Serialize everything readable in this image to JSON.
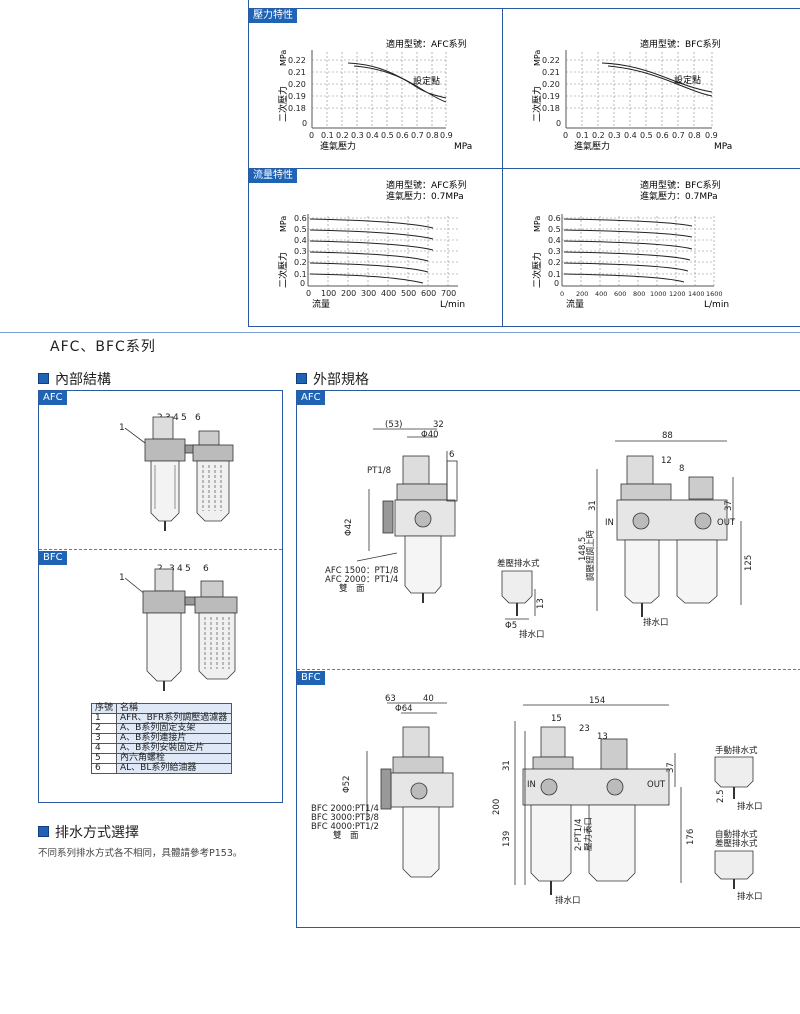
{
  "top_row_cut_label": "",
  "pressure_section": {
    "tag": "壓力特性",
    "charts": [
      {
        "model_label": "適用型號：AFC系列",
        "unit_y": "MPa",
        "ylabel": "二次壓力",
        "xlabel": "進氣壓力",
        "unit_x": "MPa",
        "annotation": "設定點",
        "yticks": [
          "0.22",
          "0.21",
          "0.20",
          "0.19",
          "0.18",
          "0"
        ],
        "xticks": [
          "0",
          "0.1",
          "0.2",
          "0.3",
          "0.4",
          "0.5",
          "0.6",
          "0.7",
          "0.8",
          "0.9"
        ]
      },
      {
        "model_label": "適用型號：BFC系列",
        "unit_y": "MPa",
        "ylabel": "二次壓力",
        "xlabel": "進氣壓力",
        "unit_x": "MPa",
        "annotation": "設定點",
        "yticks": [
          "0.22",
          "0.21",
          "0.20",
          "0.19",
          "0.18",
          "0"
        ],
        "xticks": [
          "0",
          "0.1",
          "0.2",
          "0.3",
          "0.4",
          "0.5",
          "0.6",
          "0.7",
          "0.8",
          "0.9"
        ]
      }
    ]
  },
  "flow_section": {
    "tag": "流量特性",
    "charts": [
      {
        "model_label": "適用型號：AFC系列",
        "pressure_label": "進氣壓力：0.7MPa",
        "unit_y": "MPa",
        "ylabel": "二次壓力",
        "xlabel": "流量",
        "unit_x": "L/min",
        "yticks": [
          "0.6",
          "0.5",
          "0.4",
          "0.3",
          "0.2",
          "0.1",
          "0"
        ],
        "xticks": [
          "0",
          "100",
          "200",
          "300",
          "400",
          "500",
          "600",
          "700"
        ]
      },
      {
        "model_label": "適用型號：BFC系列",
        "pressure_label": "進氣壓力：0.7MPa",
        "unit_y": "MPa",
        "ylabel": "二次壓力",
        "xlabel": "流量",
        "unit_x": "L/min",
        "yticks": [
          "0.6",
          "0.5",
          "0.4",
          "0.3",
          "0.2",
          "0.1",
          "0"
        ],
        "xticks": [
          "0",
          "200",
          "400",
          "600",
          "800",
          "1000",
          "1200",
          "1400",
          "1600"
        ]
      }
    ]
  },
  "series_title": "AFC、BFC系列",
  "internal": {
    "title": "內部結構",
    "afc_tag": "AFC",
    "bfc_tag": "BFC",
    "callouts": [
      "1",
      "2",
      "3",
      "4",
      "5",
      "6"
    ],
    "table_header": [
      "序號",
      "名稱"
    ],
    "table_rows": [
      [
        "1",
        "AFR、BFR系列調壓過濾器"
      ],
      [
        "2",
        "A、B系列固定支架"
      ],
      [
        "3",
        "A、B系列連接片"
      ],
      [
        "4",
        "A、B系列安裝固定片"
      ],
      [
        "5",
        "內六角螺栓"
      ],
      [
        "6",
        "AL、BL系列給油器"
      ]
    ]
  },
  "drain": {
    "title": "排水方式選擇",
    "text": "不同系列排水方式各不相同，具體請參考P153。"
  },
  "external": {
    "title": "外部規格",
    "afc_tag": "AFC",
    "bfc_tag": "BFC",
    "afc_dims": {
      "d53": "(53)",
      "d32": "32",
      "d40": "Φ40",
      "d6": "6",
      "pt": "PT1/8",
      "d42": "Φ42",
      "note1": "AFC 1500：PT1/8",
      "note2": "AFC 2000：PT1/4",
      "note3": "雙　面",
      "drain_type": "差壓排水式",
      "d5": "Φ5",
      "d13": "13",
      "drain_port": "排水口",
      "w88": "88",
      "d12": "12",
      "d8": "8",
      "d31": "31",
      "d37": "37",
      "h148": "148.5",
      "h_note": "調壓鈕調上時",
      "h125": "125",
      "in": "IN",
      "out": "OUT",
      "drain_port2": "排水口"
    },
    "bfc_dims": {
      "d63": "63",
      "d40": "40",
      "d64": "Φ64",
      "d52": "Φ52",
      "n1": "BFC 2000:PT1/4",
      "n2": "BFC 3000:PT3/8",
      "n3": "BFC 4000:PT1/2",
      "n4": "雙　面",
      "w154": "154",
      "d15": "15",
      "d23": "23",
      "d13": "13",
      "d31": "31",
      "d37": "37",
      "h200": "200",
      "h139": "139",
      "h176": "176",
      "pt14": "2-PT1/4",
      "pt_note": "壓力表口",
      "in": "IN",
      "out": "OUT",
      "drain_port": "排水口",
      "manual": "手動排水式",
      "d25": "2.5",
      "drain_port2": "排水口",
      "auto1": "自動排水式",
      "auto2": "差壓排水式",
      "drain_port3": "排水口"
    }
  }
}
